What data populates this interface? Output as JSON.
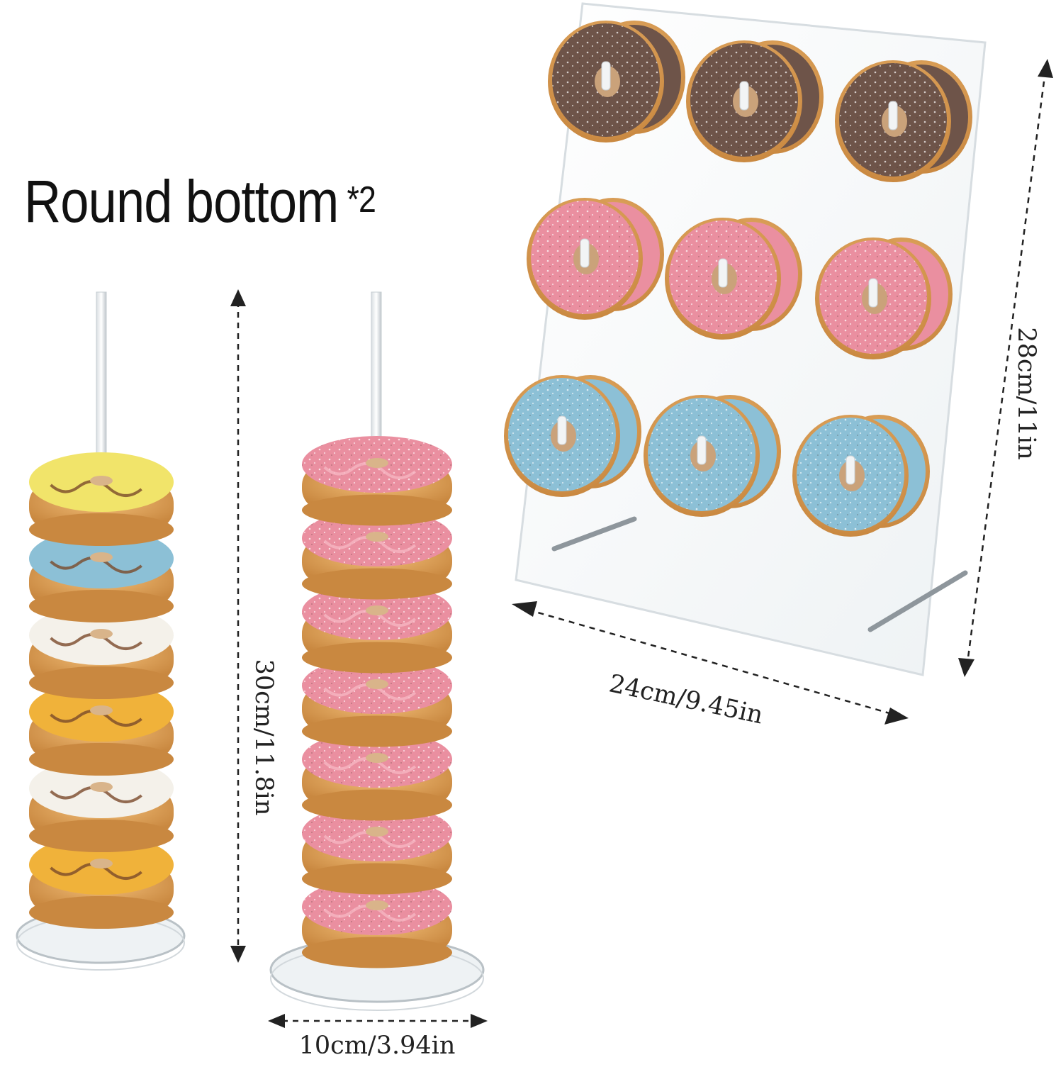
{
  "heading": {
    "main": "Round bottom",
    "multiplier": "*2"
  },
  "dimensions": {
    "tower_height": "30cm/11.8in",
    "tower_base_width": "10cm/3.94in",
    "board_width": "24cm/9.45in",
    "board_height": "28cm/11in"
  },
  "board": {
    "rows": 3,
    "columns": 3,
    "row_colors": [
      "chocolate",
      "pink",
      "blue"
    ]
  },
  "towers": [
    {
      "donuts": 6,
      "flavors": [
        "yellow",
        "blue",
        "white",
        "orange",
        "white",
        "orange"
      ]
    },
    {
      "donuts": 7,
      "flavors": [
        "pink",
        "pink",
        "pink",
        "pink",
        "pink",
        "pink",
        "pink"
      ]
    }
  ],
  "colors": {
    "chocolate": "#6e5449",
    "pink": "#ea8fa0",
    "blue": "#8cc0d6",
    "dough": "#e3a35c",
    "acrylic": "#eef2f4"
  }
}
